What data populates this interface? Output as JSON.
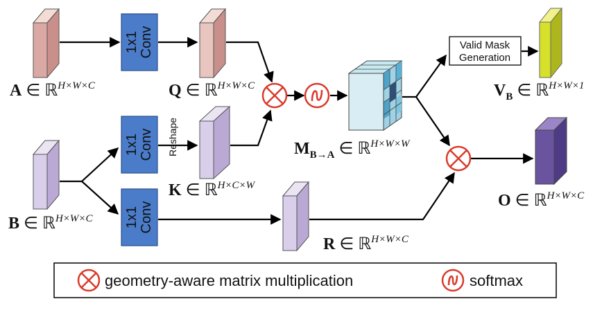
{
  "conv_label_line1": "1x1",
  "conv_label_line2": "Conv",
  "reshape_label": "Reshape",
  "mask_label_line1": "Valid Mask",
  "mask_label_line2": "Generation",
  "labels": {
    "a": {
      "main": "A",
      "rest": " ∈ ℝ",
      "sup": "H×W×C"
    },
    "q": {
      "main": "Q",
      "rest": " ∈ ℝ",
      "sup": "H×W×C"
    },
    "k": {
      "main": "K",
      "rest": " ∈ ℝ",
      "sup": "H×C×W"
    },
    "b": {
      "main": "B",
      "rest": " ∈ ℝ",
      "sup": "H×W×C"
    },
    "r": {
      "main": "R",
      "rest": " ∈ ℝ",
      "sup": "H×W×C"
    },
    "m": {
      "main": "M",
      "sub": "B→A",
      "rest": " ∈ ℝ",
      "sup": "H×W×W"
    },
    "v": {
      "main": "V",
      "sub": "B",
      "rest": " ∈ ℝ",
      "sup": "H×W×1"
    },
    "o": {
      "main": "O",
      "rest": " ∈ ℝ",
      "sup": "H×W×C"
    }
  },
  "legend": {
    "multiplication_label": "geometry-aware matrix multiplication",
    "softmax_label": "softmax"
  },
  "colors": {
    "operator_red": "#d93a2b",
    "conv_blue": "#4a7cc9",
    "feature_a": "#d9a7a0",
    "feature_b": "#cfc3e3",
    "output_o": "#6a54a0",
    "mask_v": "#d7e02a"
  }
}
